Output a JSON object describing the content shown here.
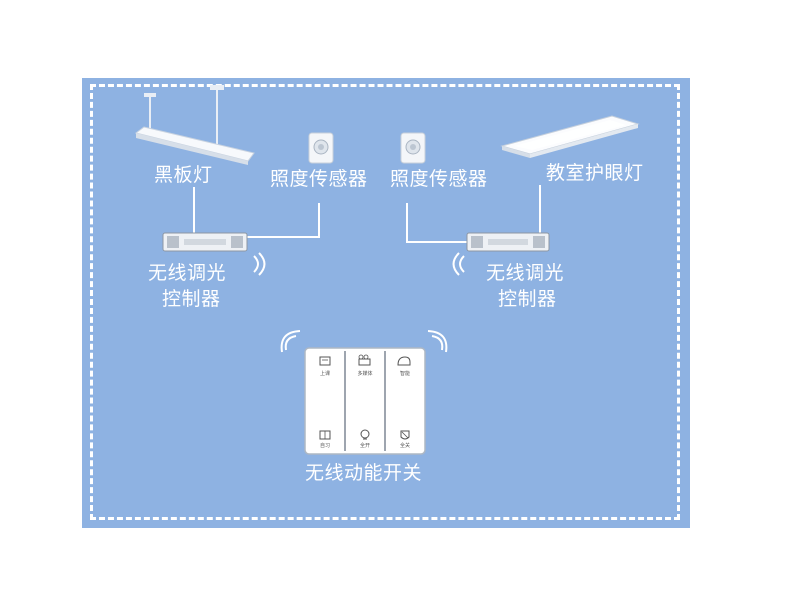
{
  "labels": {
    "blackboard_light": "黑板灯",
    "sensor_left": "照度传感器",
    "sensor_right": "照度传感器",
    "classroom_light": "教室护眼灯",
    "controller_left_line1": "无线调光",
    "controller_left_line2": "控制器",
    "controller_right_line1": "无线调光",
    "controller_right_line2": "控制器",
    "switch": "无线动能开关"
  },
  "switch_buttons": [
    {
      "icon": "class-icon",
      "label": "上课"
    },
    {
      "icon": "projector-icon",
      "label": "多媒体"
    },
    {
      "icon": "smart-icon",
      "label": "智能"
    },
    {
      "icon": "self-study-icon",
      "label": "自习"
    },
    {
      "icon": "bulb-icon",
      "label": "全开"
    },
    {
      "icon": "power-off-icon",
      "label": "全关"
    }
  ],
  "colors": {
    "background": "#8eb2e2",
    "lines": "#ffffff"
  }
}
